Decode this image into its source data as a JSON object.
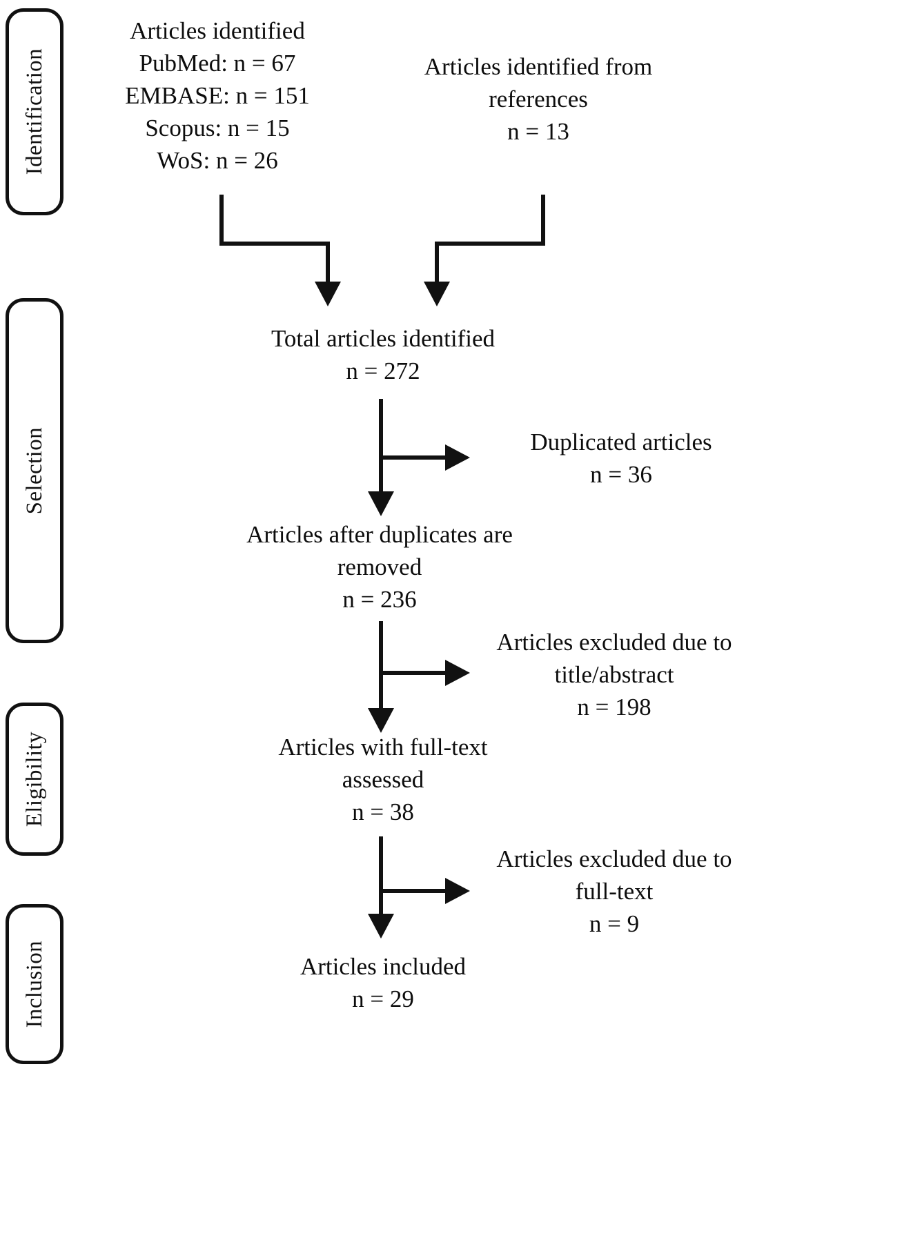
{
  "diagram": {
    "title": "PRISMA study selection flow diagram",
    "accent_color": "#111111",
    "background_color": "#ffffff",
    "text_color": "#0d0d0d"
  },
  "stages": [
    {
      "id": "identification",
      "label": "Identification"
    },
    {
      "id": "selection",
      "label": "Selection"
    },
    {
      "id": "eligibility",
      "label": "Eligibility"
    },
    {
      "id": "inclusion",
      "label": "Inclusion"
    }
  ],
  "nodes": {
    "identified_databases": {
      "name": "articles-identified-databases",
      "text": "Articles identified\nPubMed: n = 67\nEMBASE: n = 151\nScopus: n = 15\nWoS: n = 26"
    },
    "identified_references": {
      "name": "articles-identified-references",
      "text": "Articles identified from\nreferences\nn = 13"
    },
    "total_identified": {
      "name": "total-articles-identified",
      "text": "Total articles identified\nn = 272"
    },
    "duplicates_removed": {
      "name": "duplicated-articles-excluded",
      "text": "Duplicated articles\nn = 36"
    },
    "after_duplicates": {
      "name": "articles-after-duplicates-removed",
      "text": "Articles after duplicates are\nremoved\nn = 236"
    },
    "excluded_title_abstract": {
      "name": "articles-excluded-title-abstract",
      "text": "Articles excluded due to\ntitle/abstract\nn = 198"
    },
    "full_text_assessed": {
      "name": "articles-full-text-assessed",
      "text": "Articles with full-text\nassessed\nn = 38"
    },
    "excluded_full_text": {
      "name": "articles-excluded-full-text",
      "text": "Articles excluded due to\nfull-text\nn = 9"
    },
    "included": {
      "name": "articles-included",
      "text": "Articles included\nn = 29"
    }
  },
  "chart_data": {
    "type": "diagram",
    "title": "PRISMA study selection flow",
    "stages": [
      "Identification",
      "Selection",
      "Eligibility",
      "Inclusion"
    ],
    "counts": {
      "pubmed": 67,
      "embase": 151,
      "scopus": 15,
      "wos": 26,
      "references": 13,
      "total_identified": 272,
      "duplicates_removed": 36,
      "after_duplicates": 236,
      "excluded_title_abstract": 198,
      "full_text_assessed": 38,
      "excluded_full_text": 9,
      "included": 29
    },
    "flow": [
      {
        "from": "identified_databases",
        "to": "total_identified"
      },
      {
        "from": "identified_references",
        "to": "total_identified"
      },
      {
        "from": "total_identified",
        "to": "duplicates_removed",
        "direction": "right"
      },
      {
        "from": "total_identified",
        "to": "after_duplicates",
        "direction": "down"
      },
      {
        "from": "after_duplicates",
        "to": "excluded_title_abstract",
        "direction": "right"
      },
      {
        "from": "after_duplicates",
        "to": "full_text_assessed",
        "direction": "down"
      },
      {
        "from": "full_text_assessed",
        "to": "excluded_full_text",
        "direction": "right"
      },
      {
        "from": "full_text_assessed",
        "to": "included",
        "direction": "down"
      }
    ]
  }
}
